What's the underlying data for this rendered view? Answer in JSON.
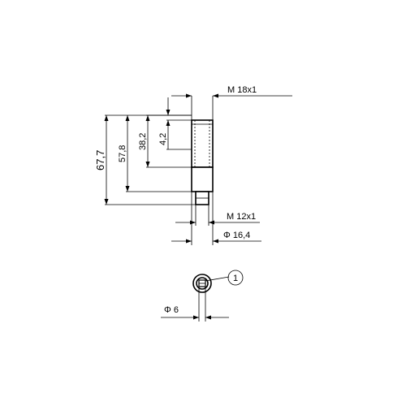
{
  "drawing": {
    "side_view": {
      "thread_top": "M 18x1",
      "thread_bottom": "M 12x1",
      "outer_diameter": "Φ 16,4",
      "length_total": "67,7",
      "length_body": "57,8",
      "length_thread": "38,2",
      "length_face": "4,2"
    },
    "front_view": {
      "callout": "1",
      "lens_diameter": "Φ 6"
    }
  }
}
